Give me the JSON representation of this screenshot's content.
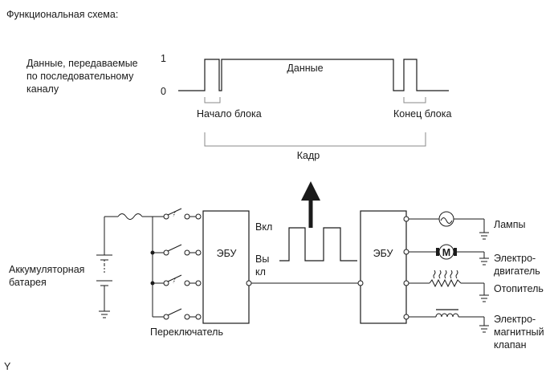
{
  "title": "Функциональная схема:",
  "signal": {
    "label_line1": "Данные, передаваемые",
    "label_line2": "по последовательному",
    "label_line3": "каналу",
    "level_high": "1",
    "level_low": "0",
    "data_label": "Данные",
    "block_start": "Начало блока",
    "block_end": "Конец блока",
    "frame": "Кадр"
  },
  "circuit": {
    "battery_line1": "Аккумуляторная",
    "battery_line2": "батарея",
    "switch_label": "Переключатель",
    "ecu_left": "ЭБУ",
    "ecu_right": "ЭБУ",
    "on_label": "Вкл",
    "off_line1": "Вы",
    "off_line2": "кл",
    "loads": {
      "lamps": "Лампы",
      "motor_line1": "Электро-",
      "motor_line2": "двигатель",
      "motor_symbol": "M",
      "heater": "Отопитель",
      "valve_line1": "Электро-",
      "valve_line2": "магнитный",
      "valve_line3": "клапан"
    }
  },
  "corner_mark": "Y"
}
